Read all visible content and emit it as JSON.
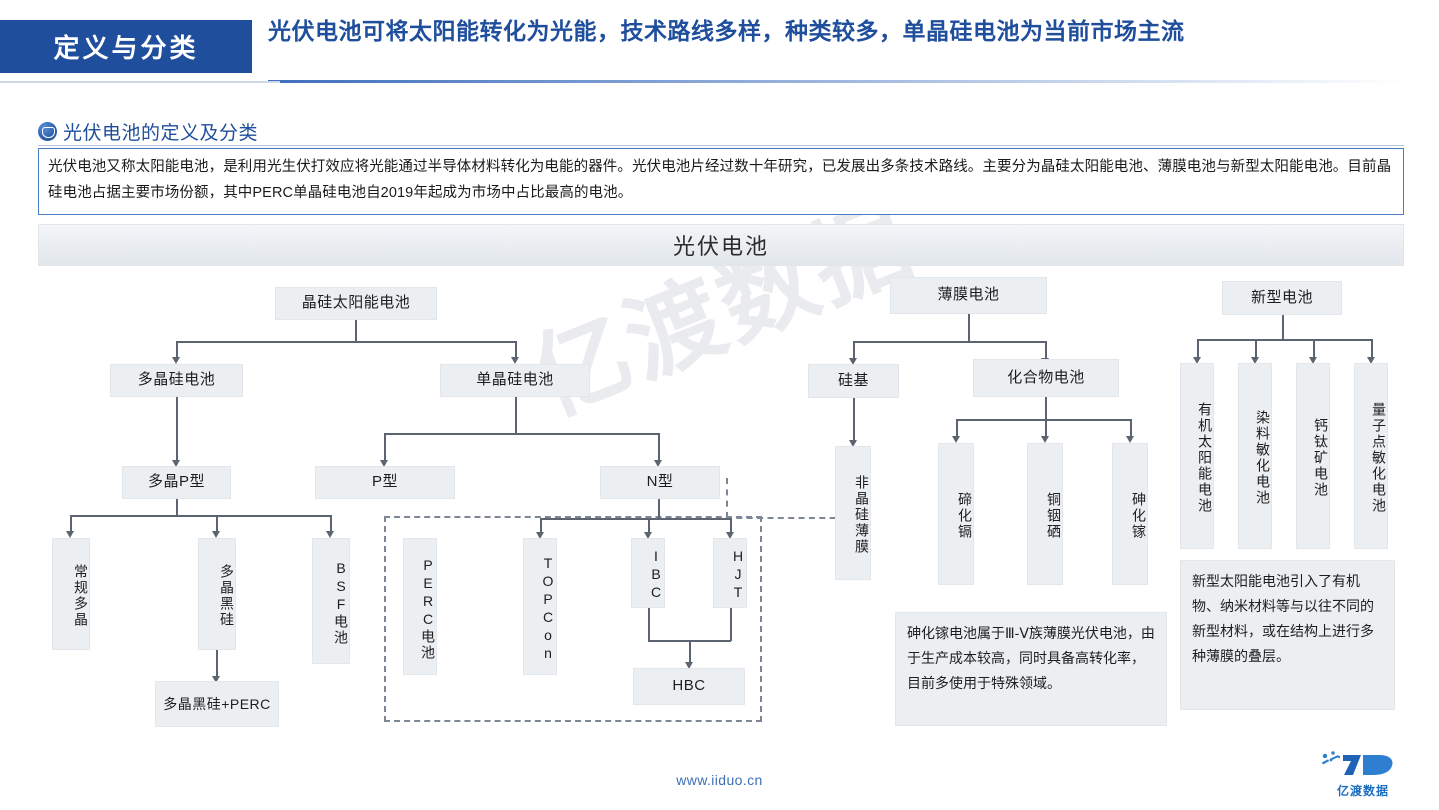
{
  "header": {
    "tab_label": "定义与分类",
    "title": "光伏电池可将太阳能转化为光能，技术路线多样，种类较多，单晶硅电池为当前市场主流",
    "accent_color": "#1F4E9C"
  },
  "section": {
    "icon": "globe-badge-icon",
    "title": "光伏电池的定义及分类",
    "intro": "光伏电池又称太阳能电池，是利用光生伏打效应将光能通过半导体材料转化为电能的器件。光伏电池片经过数十年研究，已发展出多条技术路线。主要分为晶硅太阳能电池、薄膜电池与新型太阳能电池。目前晶硅电池占据主要市场份额，其中PERC单晶硅电池自2019年起成为市场中占比最高的电池。"
  },
  "watermark": "亿渡数据",
  "diagram": {
    "root": "光伏电池",
    "nodes": {
      "crystalline": "晶硅太阳能电池",
      "poly_si": "多晶硅电池",
      "mono_si": "单晶硅电池",
      "poly_p": "多晶P型",
      "p_type": "P型",
      "n_type": "N型",
      "conventional_poly": "常规多晶",
      "poly_black_si": "多晶黑硅",
      "bsf_cell": "BSF电池",
      "poly_black_si_perc": "多晶黑硅+PERC",
      "perc_cell": "PERC电池",
      "topcon": "TOPCon",
      "ibc": "IBC",
      "hjt": "HJT",
      "hbc": "HBC",
      "thin_film": "薄膜电池",
      "silicon_based": "硅基",
      "compound_cell": "化合物电池",
      "amorphous_si_film": "非晶硅薄膜",
      "cdte": "碲化镉",
      "cigs": "铜铟硒",
      "gaas": "砷化镓",
      "new_type": "新型电池",
      "organic_pv": "有机太阳能电池",
      "dye_sensitized": "染料敏化电池",
      "perovskite": "钙钛矿电池",
      "quantum_dot": "量子点敏化电池"
    },
    "notes": {
      "gaas_note": "砷化镓电池属于Ⅲ-Ⅴ族薄膜光伏电池，由于生产成本较高，同时具备高转化率，目前多使用于特殊领域。",
      "new_type_note": "新型太阳能电池引入了有机物、纳米材料等与以往不同的新型材料，或在结构上进行多种薄膜的叠层。"
    }
  },
  "footer": {
    "url": "www.iiduo.cn",
    "logo_text": "亿渡数据",
    "logo_mark": "yd-logo-icon"
  }
}
